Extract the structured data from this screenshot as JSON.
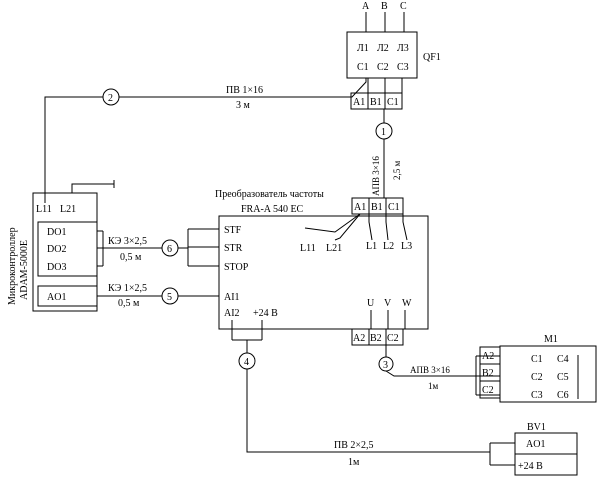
{
  "breaker": {
    "name": "QF1",
    "phases": [
      "A",
      "B",
      "C"
    ],
    "inputs": [
      "Л1",
      "Л2",
      "Л3"
    ],
    "outputs": [
      "С1",
      "С2",
      "С3"
    ],
    "terminals": [
      "A1",
      "B1",
      "C1"
    ]
  },
  "controller": {
    "label_line1": "Микроконтроллер",
    "label_line2": "ADAM-5000E",
    "power": [
      "L11",
      "L21"
    ],
    "outputs": [
      "DO1",
      "DO2",
      "DO3"
    ],
    "analog_out": "AO1"
  },
  "converter": {
    "title": "Преобразователь частоты",
    "model": "FRA-A 540 EC",
    "input_terminals": [
      "A1",
      "B1",
      "C1"
    ],
    "control_supply": [
      "L11",
      "L21"
    ],
    "power_inputs": [
      "L1",
      "L2",
      "L3"
    ],
    "control_inputs": [
      "STF",
      "STR",
      "STOP"
    ],
    "analog_inputs": [
      "AI1",
      "AI2",
      "+24 В"
    ],
    "outputs": [
      "U",
      "V",
      "W"
    ],
    "output_terminals": [
      "A2",
      "B2",
      "C2"
    ]
  },
  "motor": {
    "name": "M1",
    "terminals": [
      "A2",
      "B2",
      "C2"
    ],
    "windings_left": [
      "C1",
      "C2",
      "C3"
    ],
    "windings_right": [
      "C4",
      "C5",
      "C6"
    ]
  },
  "sensor": {
    "name": "BV1",
    "terminals": [
      "AO1",
      "+24 В"
    ]
  },
  "cables": [
    {
      "number": "1",
      "type": "АПВ 3×16",
      "length": "2,5 м"
    },
    {
      "number": "2",
      "type": "ПВ 1×16",
      "length": "3 м"
    },
    {
      "number": "3",
      "type": "АПВ 3×16",
      "length": "1м"
    },
    {
      "number": "4",
      "type": "ПВ 2×2,5",
      "length": "1м"
    },
    {
      "number": "5",
      "type": "КЭ 1×2,5",
      "length": "0,5 м"
    },
    {
      "number": "6",
      "type": "КЭ 3×2,5",
      "length": "0,5 м"
    }
  ]
}
